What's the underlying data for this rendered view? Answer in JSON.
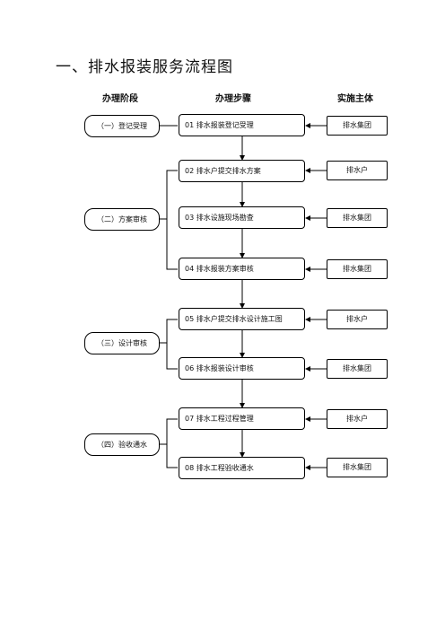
{
  "title": "一、排水报装服务流程图",
  "headers": {
    "stage": "办理阶段",
    "step": "办理步骤",
    "actor": "实施主体"
  },
  "stages": [
    {
      "label": "（一）登记受理"
    },
    {
      "label": "（二）方案审核"
    },
    {
      "label": "（三）设计审核"
    },
    {
      "label": "（四）验收通水"
    }
  ],
  "steps": [
    {
      "label": "01  排水报装登记受理",
      "actor": "排水集团"
    },
    {
      "label": "02  排水户提交排水方案",
      "actor": "排水户"
    },
    {
      "label": "03  排水设施现场勘查",
      "actor": "排水集团"
    },
    {
      "label": "04  排水报装方案审核",
      "actor": "排水集团"
    },
    {
      "label": "05  排水户提交排水设计施工图",
      "actor": "排水户"
    },
    {
      "label": "06  排水报装设计审核",
      "actor": "排水集团"
    },
    {
      "label": "07  排水工程过程管理",
      "actor": "排水户"
    },
    {
      "label": "08  排水工程验收通水",
      "actor": "排水集团"
    }
  ]
}
